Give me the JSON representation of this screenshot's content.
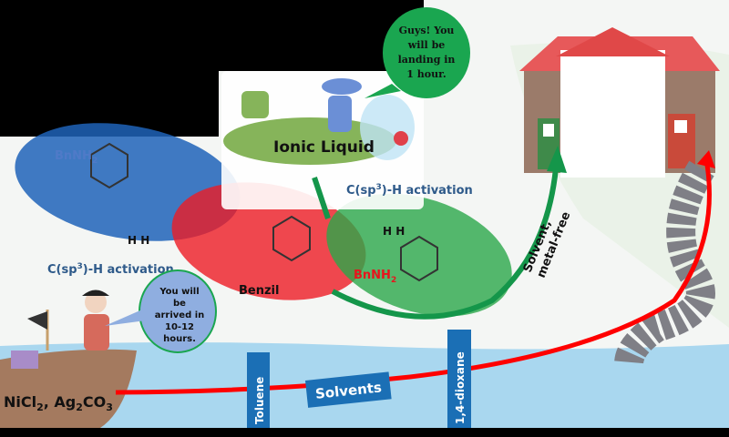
{
  "colors": {
    "background": "#000000",
    "water": "#a9d7ef",
    "route_red": "#ff0000",
    "arrow_green": "#14964a",
    "label_blue": "#1b6fb5",
    "ellipse_blue": "#1f63b8",
    "ellipse_red": "#ee1c24",
    "ellipse_green": "#2aa84a",
    "activation_text": "#2e5a8a"
  },
  "labels": {
    "left_ellipse_prefix": "BnNH",
    "left_ellipse_sub": "2",
    "left_hh": "H  H",
    "left_activation": "C(sp",
    "left_activation_sup": "3",
    "left_activation_end": ")-H activation",
    "benzil": "Benzil",
    "right_ellipse_prefix": "BnNH",
    "right_ellipse_sub": "2",
    "right_hh": "H  H",
    "right_activation": "C(sp",
    "right_activation_sup": "3",
    "right_activation_end": ")-H activation",
    "ionic_liquid": "Ionic Liquid",
    "solvent_metal_free_line1": "Solvent,",
    "solvent_metal_free_line2": "metal-free",
    "catalyst_a": "NiCl",
    "catalyst_a_sub": "2",
    "catalyst_b": ", Ag",
    "catalyst_b_sub": "2",
    "catalyst_c": "CO",
    "catalyst_c_sub": "3",
    "toluene": "Toluene",
    "dioxane": "1,4-dioxane",
    "solvents": "Solvents"
  },
  "bubbles": {
    "pirate": [
      "You will",
      "be",
      "arrived in",
      "10-12",
      "hours."
    ],
    "pilot": [
      "Guys! You",
      "will be",
      "landing in",
      "1 hour."
    ]
  },
  "icons": [
    "ship-icon",
    "pirate-icon",
    "airplane-icon",
    "pilot-icon",
    "house-icon",
    "stone-path-icon",
    "benzene-ring-icon"
  ]
}
